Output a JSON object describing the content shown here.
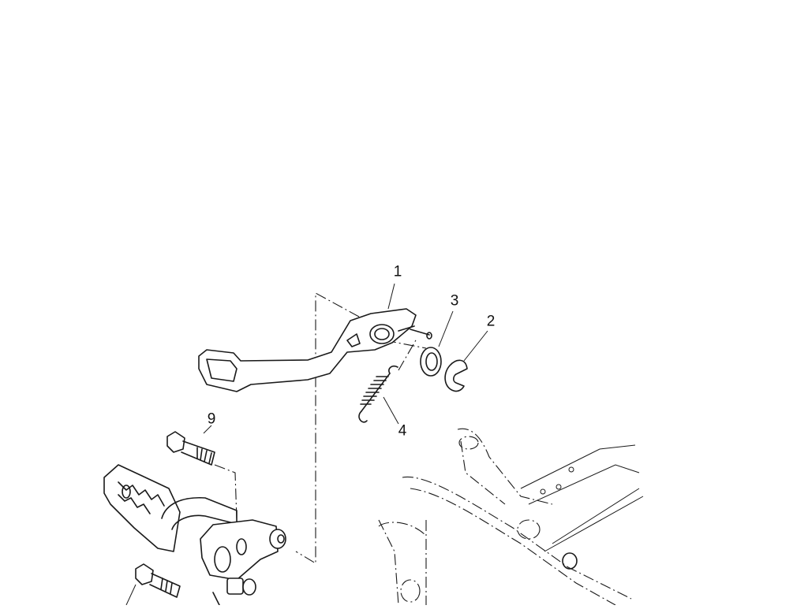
{
  "diagram": {
    "callouts": [
      {
        "id": "1",
        "label": "1"
      },
      {
        "id": "2",
        "label": "2"
      },
      {
        "id": "3",
        "label": "3"
      },
      {
        "id": "4",
        "label": "4"
      },
      {
        "id": "9",
        "label": "9"
      }
    ],
    "parts": [
      {
        "ref": "1",
        "icon": "brake-pedal-lever-icon"
      },
      {
        "ref": "2",
        "icon": "circlip-icon"
      },
      {
        "ref": "3",
        "icon": "washer-icon"
      },
      {
        "ref": "4",
        "icon": "return-spring-icon"
      },
      {
        "ref": "9",
        "icon": "flange-bolt-icon"
      }
    ]
  }
}
